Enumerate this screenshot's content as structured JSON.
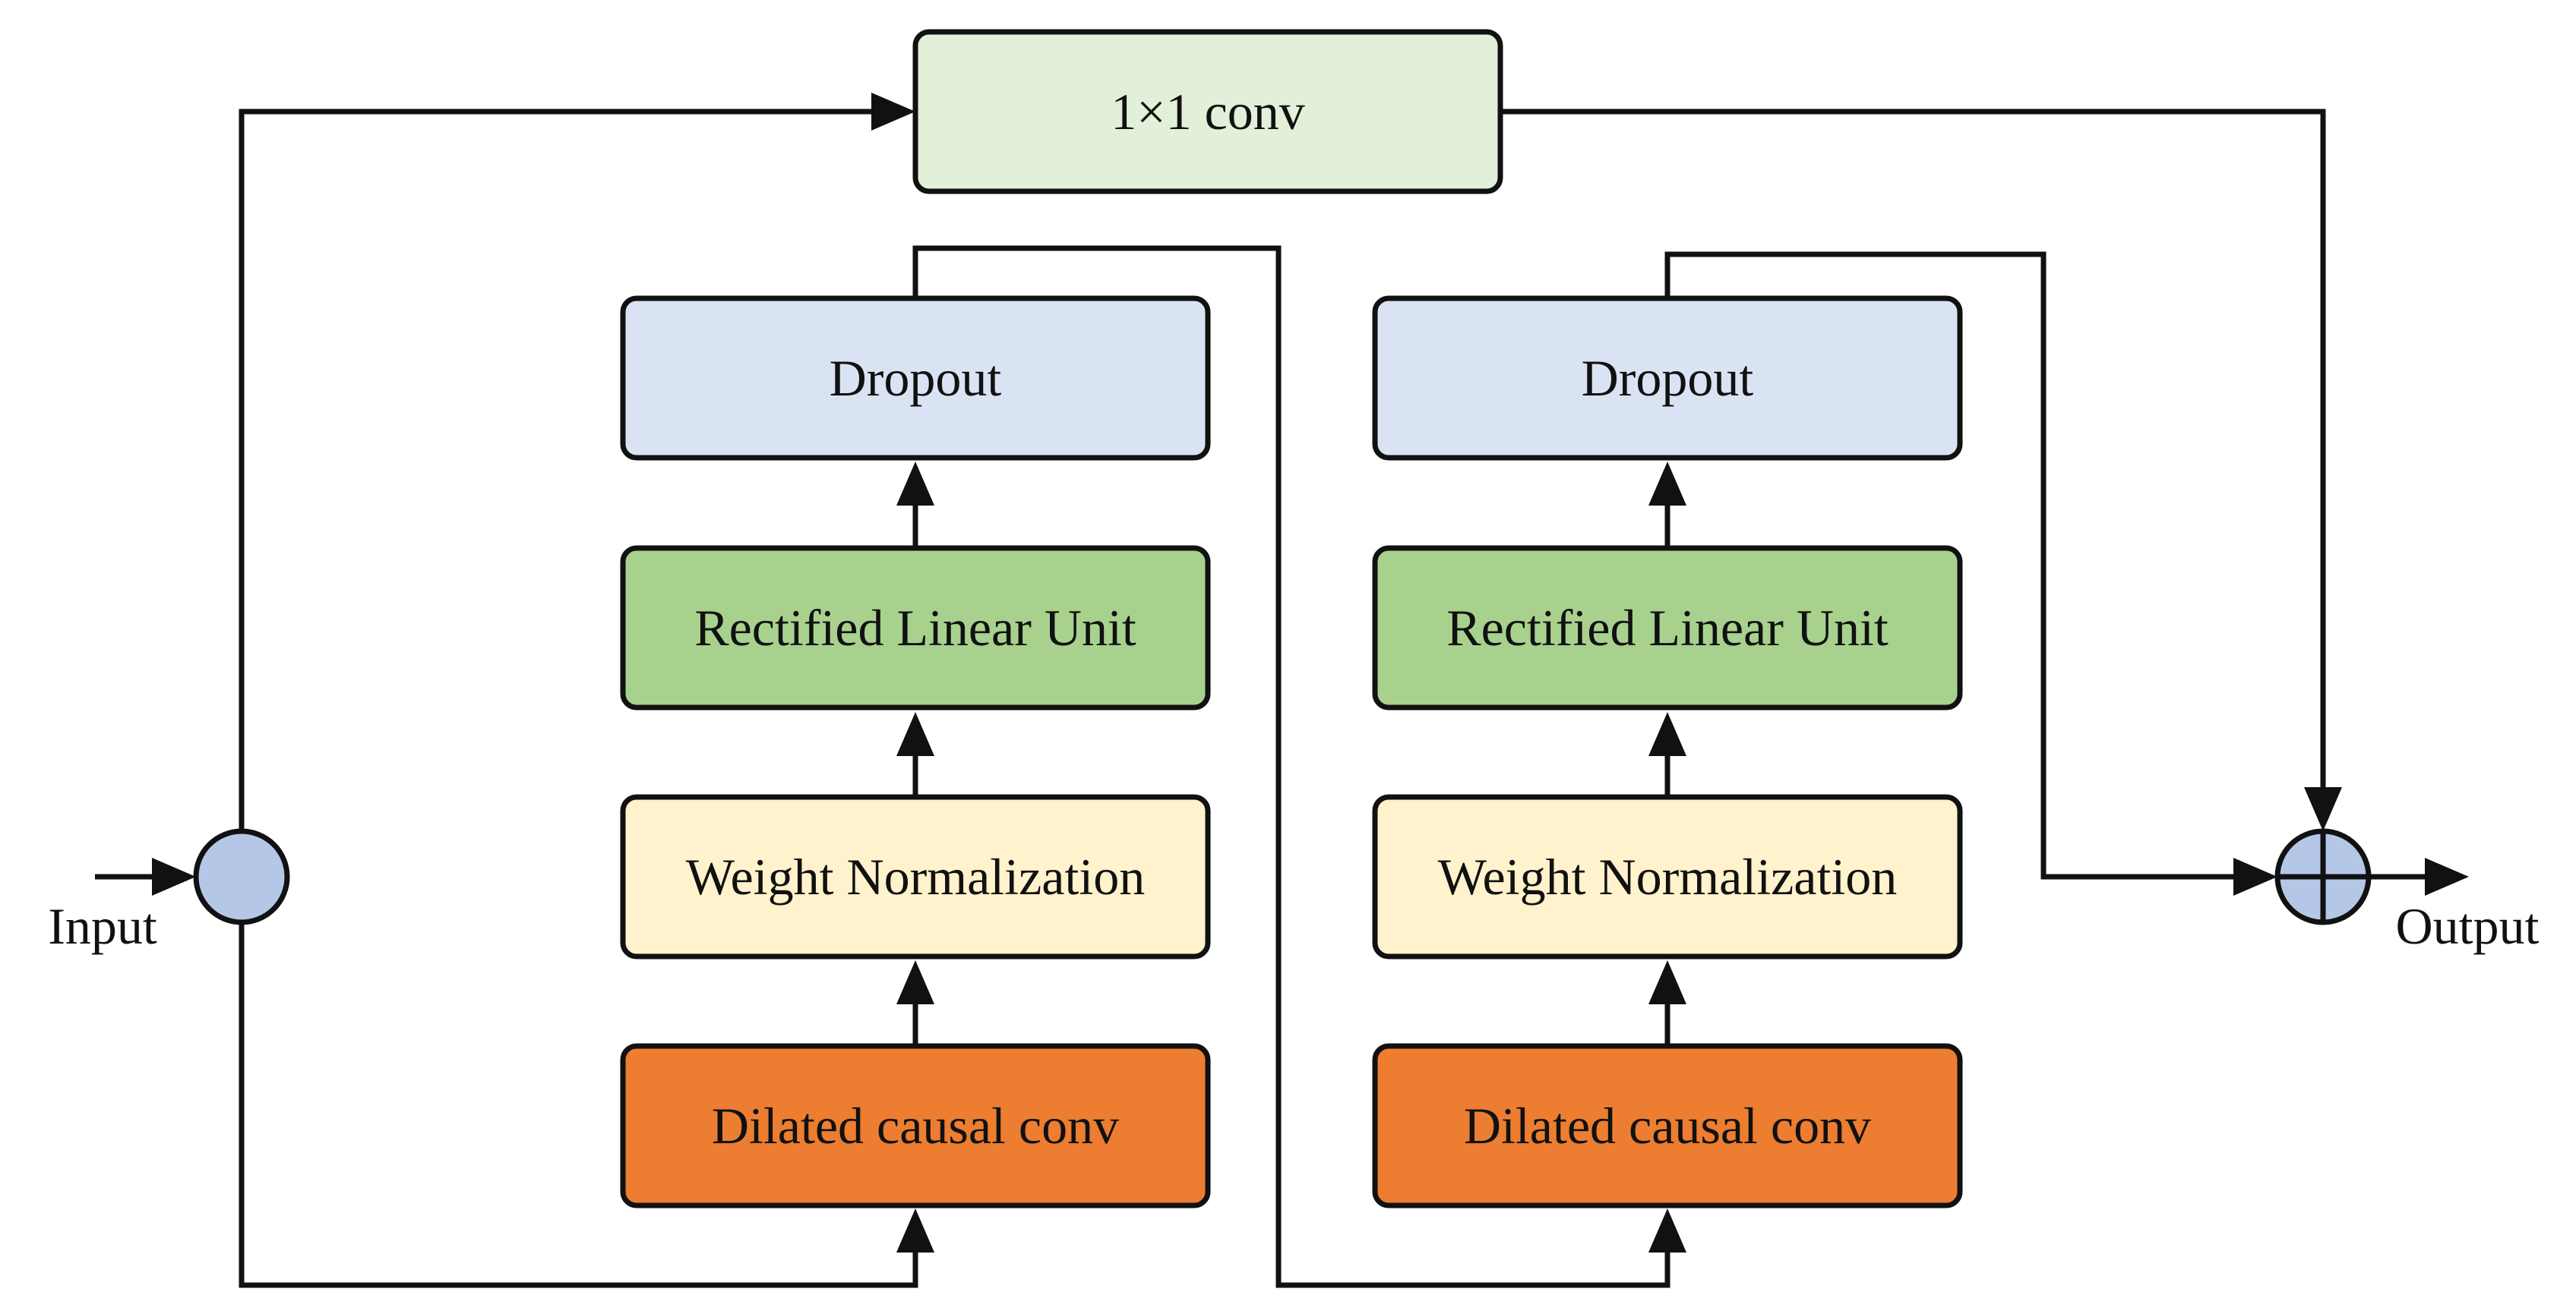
{
  "diagram": {
    "input_label": "Input",
    "output_label": "Output",
    "shortcut": {
      "label": "1×1 conv",
      "color": "#e2efd9"
    },
    "block1": {
      "dropout": {
        "label": "Dropout",
        "color": "#dae3f3"
      },
      "relu": {
        "label": "Rectified Linear Unit",
        "color": "#a9d18e"
      },
      "weight_norm": {
        "label": "Weight Normalization",
        "color": "#fff2cc"
      },
      "dilated_conv": {
        "label": "Dilated causal conv",
        "color": "#ed7d31"
      }
    },
    "block2": {
      "dropout": {
        "label": "Dropout",
        "color": "#dae3f3"
      },
      "relu": {
        "label": "Rectified Linear Unit",
        "color": "#a9d18e"
      },
      "weight_norm": {
        "label": "Weight Normalization",
        "color": "#fff2cc"
      },
      "dilated_conv": {
        "label": "Dilated causal conv",
        "color": "#ed7d31"
      }
    },
    "nodes": {
      "split_color": "#b4c7e7",
      "sum_color": "#b4c7e7"
    },
    "stroke_color": "#111111"
  }
}
